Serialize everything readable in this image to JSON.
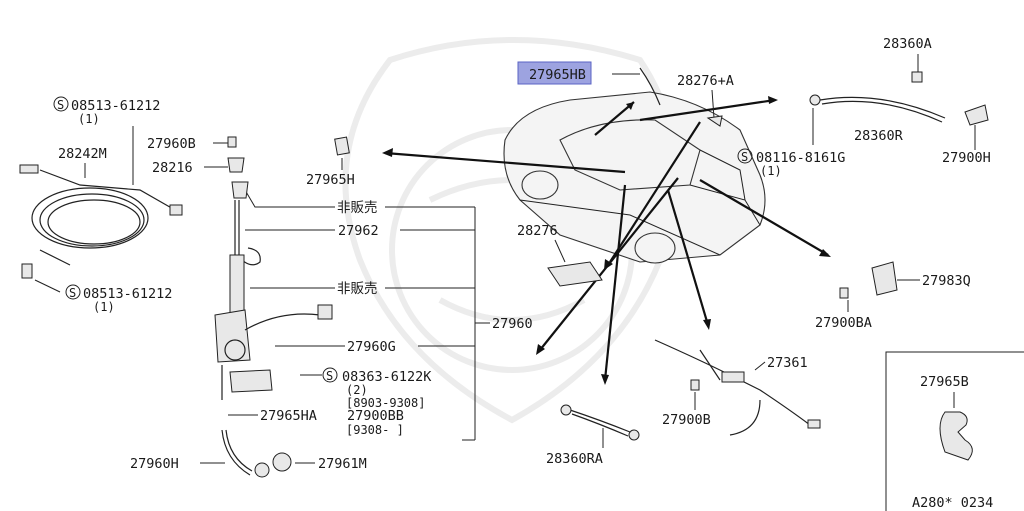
{
  "parts": {
    "p27965hb": {
      "base": "27965",
      "suffix": "HB"
    },
    "p28276a": "28276+A",
    "p28360a": "28360A",
    "p28360r": "28360R",
    "p27900h": "27900H",
    "p08116": "08116-8161G",
    "p08116_qty": "(1)",
    "p08513_top": "08513-61212",
    "p08513_top_qty": "(1)",
    "p27960b": "27960B",
    "p28242m": "28242M",
    "p28216": "28216",
    "p27965h": "27965H",
    "p_nonsale1": "非販売",
    "p27962": "27962",
    "p28276": "28276",
    "p_nonsale2": "非販売",
    "p08513_bot": "08513-61212",
    "p08513_bot_qty": "(1)",
    "p27983q": "27983Q",
    "p27960": "27960",
    "p27900ba": "27900BA",
    "p27960g": "27960G",
    "p08363": "08363-6122K",
    "p08363_qty": "(2)",
    "p08363_range1": "[8903-9308]",
    "p27965ha": "27965HA",
    "p27900bb": "27900BB",
    "p27900bb_range": "[9308-     ]",
    "p27361": "27361",
    "p27900b": "27900B",
    "p27960h": "27960H",
    "p27961m": "27961M",
    "p28360ra": "28360RA",
    "p27965b": "27965B"
  },
  "symbols": {
    "s_mark": "S"
  },
  "diagram_code": "A280* 0234",
  "highlight_color": "#9da3e0"
}
